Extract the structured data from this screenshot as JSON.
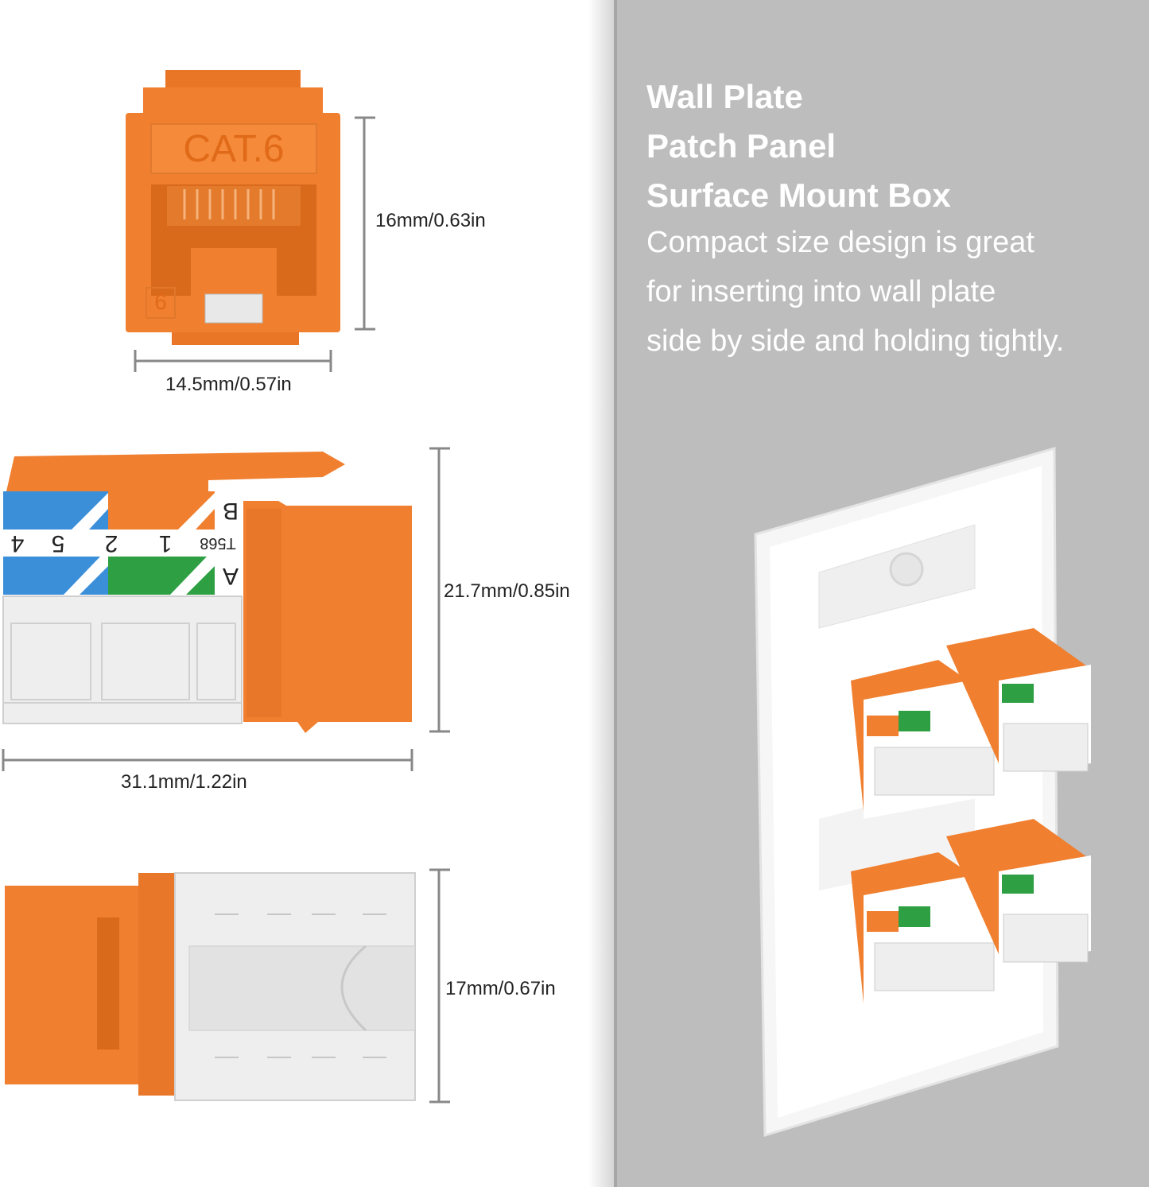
{
  "colors": {
    "jack_orange": "#f07f2f",
    "jack_orange_dark": "#d96a1c",
    "panel_gray": "#bdbdbd",
    "blue": "#3b8fd9",
    "green": "#2ea043"
  },
  "top_view": {
    "stamp": "CAT.6",
    "corner_mark": "6",
    "height_label": "16mm/0.63in",
    "width_label": "14.5mm/0.57in"
  },
  "side_view": {
    "row_b": "B",
    "row_a": "A",
    "standard": "T568",
    "pins": [
      "4",
      "5",
      "2",
      "1"
    ],
    "height_label": "21.7mm/0.85in",
    "length_label": "31.1mm/1.22in"
  },
  "bottom_view": {
    "height_label": "17mm/0.67in"
  },
  "headline": {
    "line1": "Wall Plate",
    "line2": "Patch Panel",
    "line3": "Surface Mount Box"
  },
  "description": {
    "line1": "Compact size design is great",
    "line2": "for inserting into wall plate",
    "line3": "side by side and holding tightly."
  },
  "icons": {
    "wall_plate": "wall-plate-illustration",
    "jack": "keystone-jack-illustration"
  }
}
